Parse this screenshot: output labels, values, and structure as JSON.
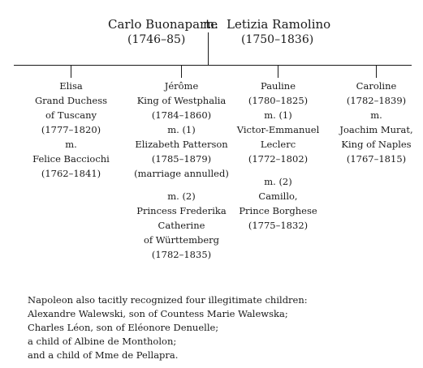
{
  "parents": {
    "father": {
      "name": "Carlo Buonaparte",
      "dates": "(1746–85)"
    },
    "marriage": "m.",
    "mother": {
      "name": "Letizia Ramolino",
      "dates": "(1750–1836)"
    }
  },
  "children": [
    {
      "id": "elisa",
      "lines": [
        "Elisa",
        "Grand Duchess",
        "of Tuscany",
        "(1777–1820)",
        "m.",
        "Felice Bacciochi",
        "(1762–1841)"
      ]
    },
    {
      "id": "jerome",
      "lines": [
        "Jérôme",
        "King of Westphalia",
        "(1784–1860)",
        "m. (1)",
        "Elizabeth Patterson",
        "(1785–1879)",
        "(marriage annulled)"
      ],
      "lines2": [
        "m. (2)",
        "Princess Frederika",
        "Catherine",
        "of Württemberg",
        "(1782–1835)"
      ]
    },
    {
      "id": "pauline",
      "lines": [
        "Pauline",
        "(1780–1825)",
        "m. (1)",
        "Victor-Emmanuel",
        "Leclerc",
        "(1772–1802)"
      ],
      "lines2": [
        "m. (2)",
        "Camillo,",
        "Prince Borghese",
        "(1775–1832)"
      ]
    },
    {
      "id": "caroline",
      "lines": [
        "Caroline",
        "(1782–1839)",
        "m.",
        "Joachim Murat,",
        "King of Naples",
        "(1767–1815)"
      ]
    }
  ],
  "note": [
    "Napoleon also tacitly recognized four illegitimate children:",
    "Alexandre Walewski, son of Countess Marie Walewska;",
    "Charles Léon, son of Eléonore Denuelle;",
    "a child of Albine de Montholon;",
    "and a child of Mme de Pellapra."
  ]
}
